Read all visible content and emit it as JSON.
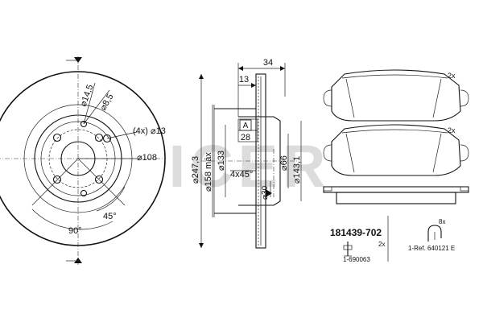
{
  "watermark": "ICER",
  "disc_front": {
    "dims": {
      "d14_5": "⌀14,5",
      "d8_5": "⌀8,5",
      "holes": "(4x) ⌀13",
      "d108": "⌀108",
      "angle45": "45°",
      "angle90": "90°"
    }
  },
  "disc_section": {
    "dims": {
      "w34": "34",
      "w13": "13",
      "label_a": "A",
      "w28": "28",
      "d247_3": "⌀247,3",
      "d158max": "⌀158 máx",
      "d133": "⌀133",
      "chamfer": "4x45°",
      "d66": "⌀66",
      "d143_1": "⌀143,1",
      "d30": "⌀30"
    }
  },
  "pads": {
    "qty_top": "2x",
    "qty_bottom": "2x"
  },
  "kit": {
    "part_number": "181439-702",
    "sensor_qty": "2x",
    "sensor_ref": "1-690063",
    "clip_qty": "8x",
    "clip_ref": "1-Ref. 640121 E"
  },
  "colors": {
    "line": "#111111",
    "watermark": "#dcdcdc"
  }
}
